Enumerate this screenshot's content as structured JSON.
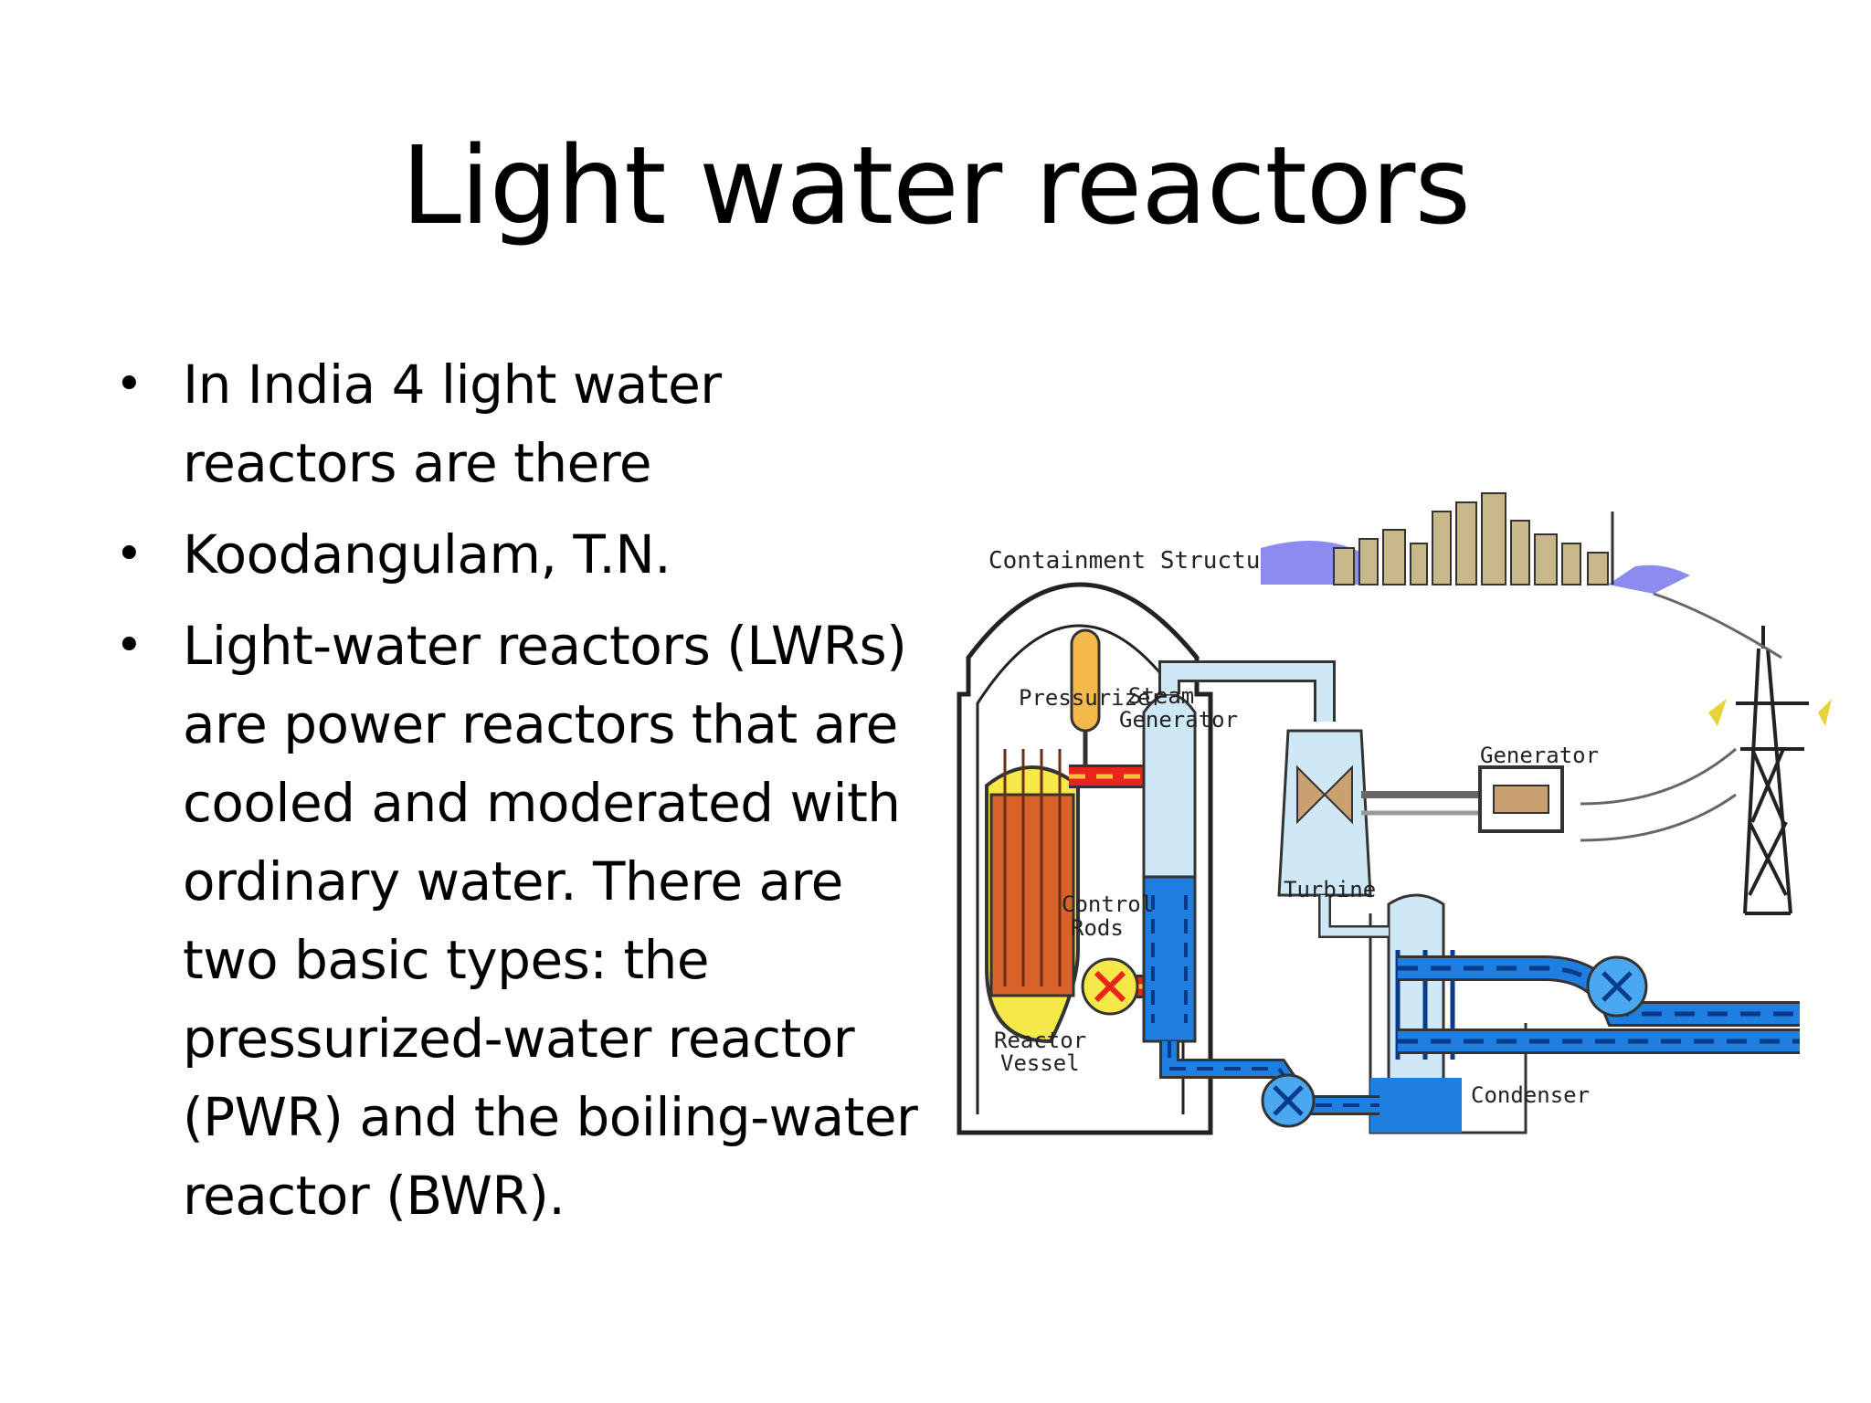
{
  "slide": {
    "title": "Light water reactors",
    "bullets": [
      "In India 4 light water reactors are there",
      "Koodangulam, T.N.",
      "Light-water reactors (LWRs) are power reactors that are cooled and moderated with ordinary water. There are two basic types: the pressurized-water reactor (PWR) and the boiling-water reactor (BWR)."
    ]
  },
  "diagram": {
    "labels": {
      "containment": "Containment Structure",
      "pressurizer": "Pressurizer",
      "steam": "Steam",
      "generator_sg": "Generator",
      "generator": "Generator",
      "turbine": "Turbine",
      "control": "Control",
      "rods": "Rods",
      "reactor": "Reactor",
      "vessel": "Vessel",
      "condenser": "Condenser"
    },
    "colors": {
      "hot_loop": "#e8241c",
      "cold_loop": "#1e7fe0",
      "steam": "#cfe8f5",
      "pressurizer": "#f5b84a",
      "city": "#c9b98a",
      "water": "#8c8cf0"
    }
  }
}
